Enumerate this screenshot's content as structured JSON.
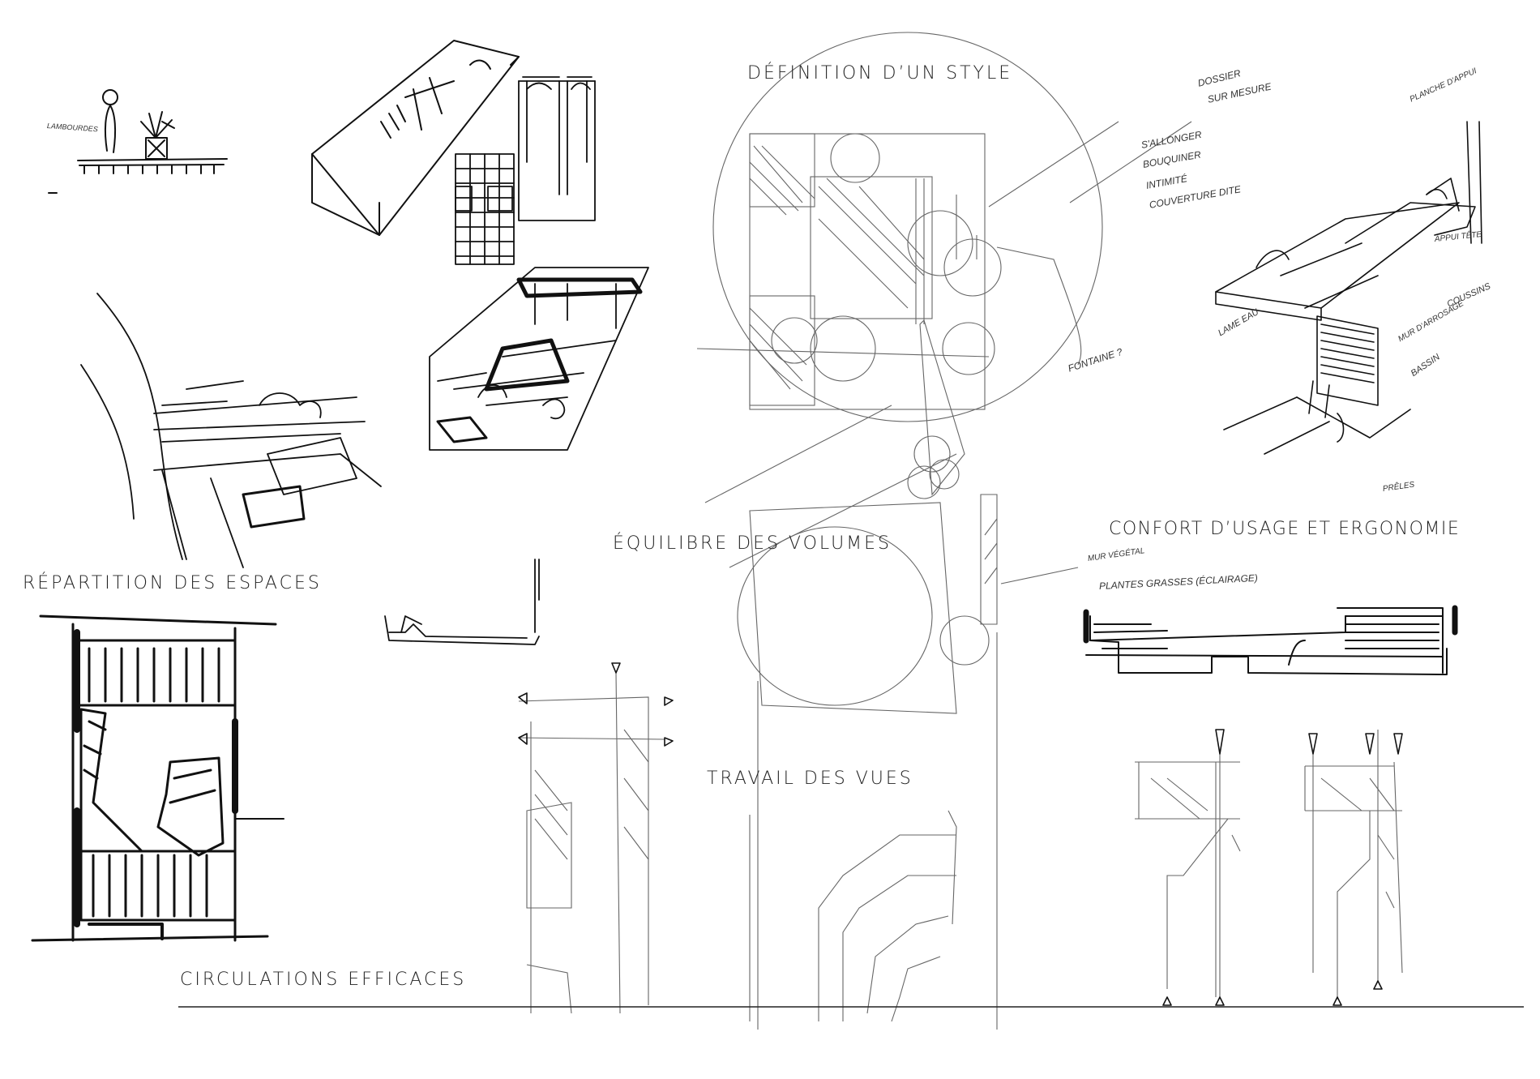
{
  "titles": {
    "definition_style": "DÉFINITION D’UN STYLE",
    "equilibre_volumes": "ÉQUILIBRE DES VOLUMES",
    "repartition_espaces": "RÉPARTITION DES ESPACES",
    "confort_usage": "CONFORT D’USAGE ET ERGONOMIE",
    "travail_vues": "TRAVAIL DES VUES",
    "circulations": "CIRCULATIONS EFFICACES"
  },
  "notes": {
    "lambourdes": "LAMBOURDES",
    "dossier": "DOSSIER",
    "sur_mesure": "SUR MESURE",
    "sallonger": "S'ALLONGER",
    "bouquiner": "BOUQUINER",
    "intimite": "INTIMITÉ",
    "couverture_dite": "COUVERTURE DITE",
    "fontaine": "FONTAINE ?",
    "mur_vegetal": "MUR VÉGÉTAL",
    "plantes_grasses": "PLANTES GRASSES (ÉCLAIRAGE)",
    "planche_dappui": "PLANCHE D'APPUI",
    "appui_tete": "APPUI TÊTE",
    "coussins": "COUSSINS",
    "lame_eau": "LAME EAU",
    "mur_arrosage": "MUR D'ARROSAGE",
    "bassin": "BASSIN",
    "preles": "PRÊLES"
  }
}
